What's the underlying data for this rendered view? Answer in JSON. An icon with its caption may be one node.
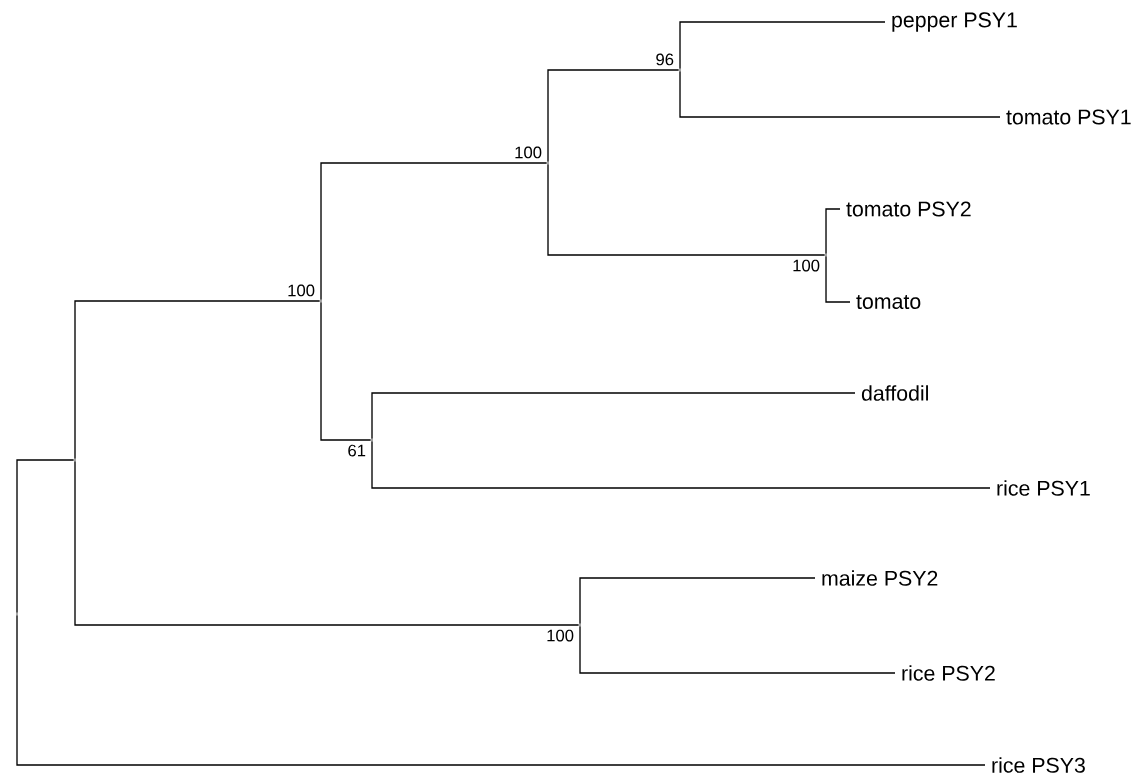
{
  "diagram": {
    "nodes": [
      {
        "text": [],
        "shape": "point"
      },
      {
        "text": [],
        "shape": "point"
      },
      {
        "text": [],
        "shape": "point",
        "beside": [
          "100"
        ]
      },
      {
        "text": [],
        "shape": "point",
        "beside": [
          "100"
        ]
      },
      {
        "text": [],
        "shape": "point",
        "beside": [
          "96"
        ]
      },
      {
        "text": [
          "pepper PSY1"
        ]
      },
      {
        "text": [
          "tomato PSY1"
        ]
      },
      {
        "text": [],
        "shape": "point",
        "beside": [
          "100"
        ]
      },
      {
        "text": [
          "tomato PSY2"
        ]
      },
      {
        "text": [
          "tomato"
        ]
      },
      {
        "text": [],
        "shape": "point",
        "beside": [
          "61"
        ]
      },
      {
        "text": [
          "daffodil"
        ]
      },
      {
        "text": [
          "rice PSY1"
        ]
      },
      {
        "text": [],
        "shape": "point",
        "beside": [
          "100"
        ]
      },
      {
        "text": [
          "maize PSY2"
        ]
      },
      {
        "text": [
          "rice PSY2"
        ]
      },
      {
        "text": [
          "rice PSY3"
        ]
      }
    ],
    "edges": [
      {
        "from": 0,
        "to": 1,
        "arrow": "none"
      },
      {
        "from": 0,
        "to": 16,
        "arrow": "none"
      },
      {
        "from": 1,
        "to": 2,
        "arrow": "none"
      },
      {
        "from": 1,
        "to": 13,
        "arrow": "none"
      },
      {
        "from": 2,
        "to": 3,
        "arrow": "none"
      },
      {
        "from": 2,
        "to": 10,
        "arrow": "none"
      },
      {
        "from": 3,
        "to": 4,
        "arrow": "none"
      },
      {
        "from": 3,
        "to": 7,
        "arrow": "none"
      },
      {
        "from": 4,
        "to": 5,
        "arrow": "none"
      },
      {
        "from": 4,
        "to": 6,
        "arrow": "none"
      },
      {
        "from": 7,
        "to": 8,
        "arrow": "none"
      },
      {
        "from": 7,
        "to": 9,
        "arrow": "none"
      },
      {
        "from": 10,
        "to": 11,
        "arrow": "none"
      },
      {
        "from": 10,
        "to": 12,
        "arrow": "none"
      },
      {
        "from": 13,
        "to": 14,
        "arrow": "none"
      },
      {
        "from": 13,
        "to": 15,
        "arrow": "none"
      }
    ]
  }
}
